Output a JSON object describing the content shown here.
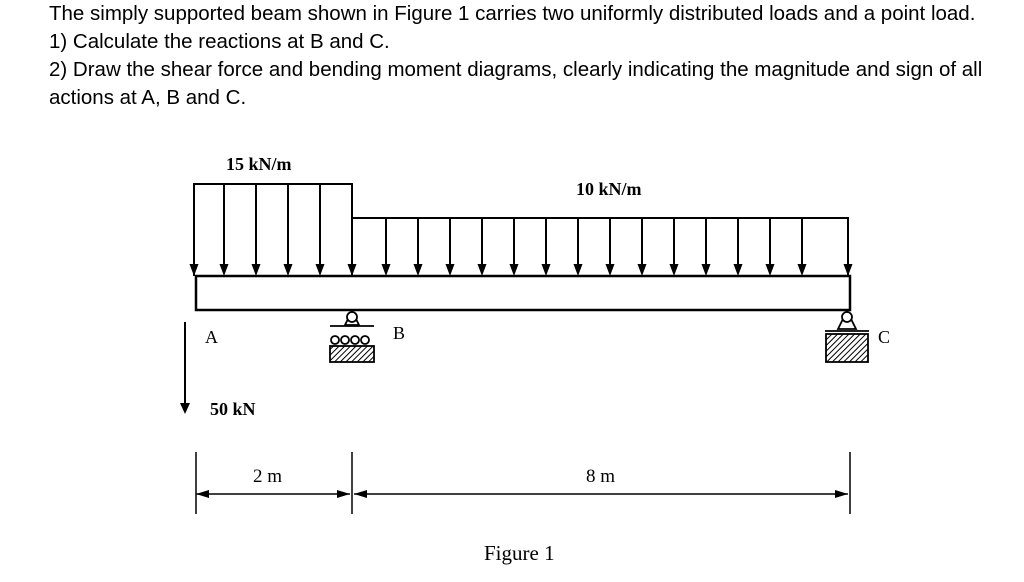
{
  "question": {
    "intro": "The simply supported beam shown in Figure 1 carries two uniformly distributed loads and a point load.",
    "part1": "1) Calculate the reactions at B and C.",
    "part2": "2) Draw the shear force and bending moment diagrams, clearly indicating the magnitude and sign of all actions at A, B and C."
  },
  "figure": {
    "load_left": "15 kN/m",
    "load_right": "10 kN/m",
    "point_A": "A",
    "point_B": "B",
    "point_C": "C",
    "point_load": "50 kN",
    "dim_left": "2 m",
    "dim_right": "8 m",
    "caption": "Figure 1"
  }
}
